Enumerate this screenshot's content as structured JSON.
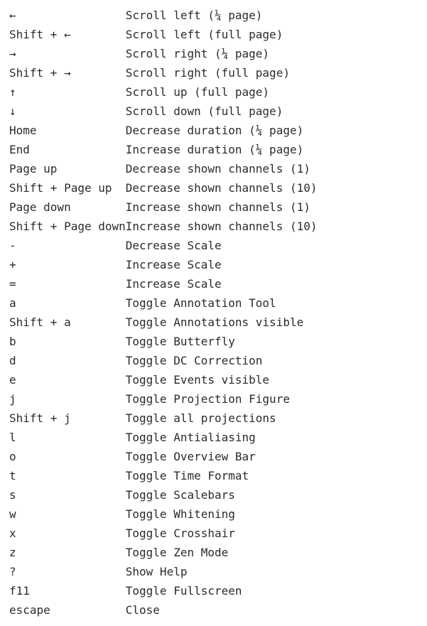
{
  "shortcuts": [
    {
      "key": "←",
      "description": "Scroll left (¼ page)"
    },
    {
      "key": "Shift + ←",
      "description": "Scroll left (full page)"
    },
    {
      "key": "→",
      "description": "Scroll right (¼ page)"
    },
    {
      "key": "Shift + →",
      "description": "Scroll right (full page)"
    },
    {
      "key": "↑",
      "description": "Scroll up (full page)"
    },
    {
      "key": "↓",
      "description": "Scroll down (full page)"
    },
    {
      "key": "Home",
      "description": "Decrease duration (¼ page)"
    },
    {
      "key": "End",
      "description": "Increase duration (¼ page)"
    },
    {
      "key": "Page up",
      "description": "Decrease shown channels (1)"
    },
    {
      "key": "Shift + Page up",
      "description": "Decrease shown channels (10)"
    },
    {
      "key": "Page down",
      "description": "Increase shown channels (1)"
    },
    {
      "key": "Shift + Page down",
      "description": "Increase shown channels (10)"
    },
    {
      "key": "-",
      "description": "Decrease Scale"
    },
    {
      "key": "+",
      "description": "Increase Scale"
    },
    {
      "key": "=",
      "description": "Increase Scale"
    },
    {
      "key": "a",
      "description": "Toggle Annotation Tool"
    },
    {
      "key": "Shift + a",
      "description": "Toggle Annotations visible"
    },
    {
      "key": "b",
      "description": "Toggle Butterfly"
    },
    {
      "key": "d",
      "description": "Toggle DC Correction"
    },
    {
      "key": "e",
      "description": "Toggle Events visible"
    },
    {
      "key": "j",
      "description": "Toggle Projection Figure"
    },
    {
      "key": "Shift + j",
      "description": "Toggle all projections"
    },
    {
      "key": "l",
      "description": "Toggle Antialiasing"
    },
    {
      "key": "o",
      "description": "Toggle Overview Bar"
    },
    {
      "key": "t",
      "description": "Toggle Time Format"
    },
    {
      "key": "s",
      "description": "Toggle Scalebars"
    },
    {
      "key": "w",
      "description": "Toggle Whitening"
    },
    {
      "key": "x",
      "description": "Toggle Crosshair"
    },
    {
      "key": "z",
      "description": "Toggle Zen Mode"
    },
    {
      "key": "?",
      "description": "Show Help"
    },
    {
      "key": "f11",
      "description": "Toggle Fullscreen"
    },
    {
      "key": "escape",
      "description": "Close"
    }
  ]
}
